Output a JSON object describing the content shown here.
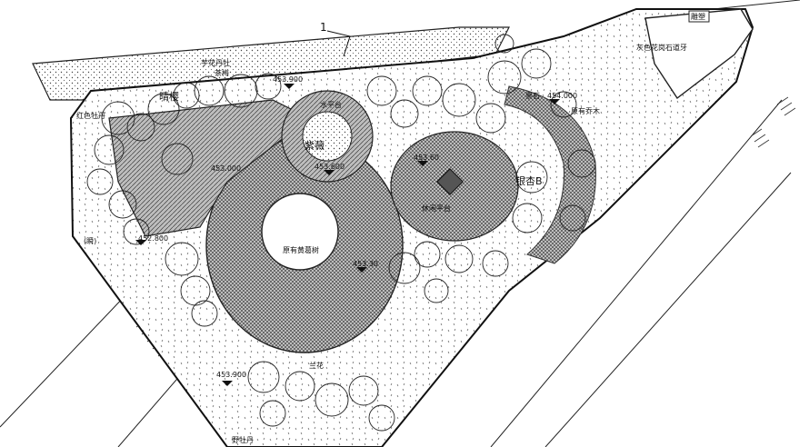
{
  "labels": {
    "section_mark": "1",
    "plant_peony_top": "芋花丹牡",
    "plant_camellia": "茶梅",
    "plant_peony_left": "红色牡丹",
    "cherry": "晴樱",
    "stone_right": "景石",
    "ginkgo": "银杏B",
    "existing_tree": "原有乔木",
    "flower_top": "紫薇",
    "water_platform": "水平台",
    "rest_platform": "休闲平台",
    "original_tree": "原有黄葛树",
    "sculpture": "雕塑",
    "rock_edge": "灰色花岗石道牙",
    "ground_cover": "兰花",
    "wild_peony": "野牡丹",
    "paving_strip": "(瞬)"
  },
  "elevations": {
    "e1": "453.900",
    "e2": "452.800",
    "e3": "453.600",
    "e4": "453.30",
    "e5": "453.000",
    "e6": "454.000",
    "e7": "453.60",
    "e8": "453.900"
  }
}
